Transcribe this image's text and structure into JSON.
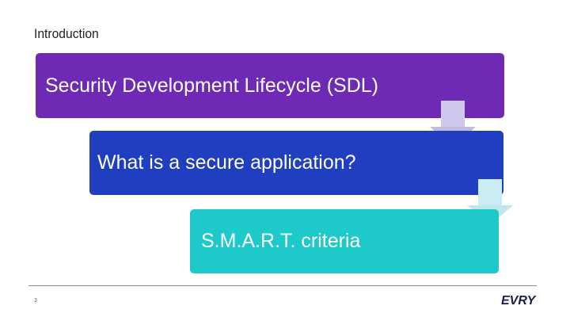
{
  "slide": {
    "section_title": "Introduction",
    "page_number": "3"
  },
  "steps": [
    {
      "label": "Security Development Lifecycle (SDL)",
      "color": "#6e2ab5"
    },
    {
      "label": "What is a secure application?",
      "color": "#1f3fc0"
    },
    {
      "label": "S.M.A.R.T. criteria",
      "color": "#1ec9c9"
    }
  ],
  "arrows": [
    {
      "icon": "down-arrow-icon",
      "color": "#c9c2e6"
    },
    {
      "icon": "down-arrow-icon",
      "color": "#c4e9ee"
    }
  ],
  "logo": {
    "icon": "evry-logo",
    "text": "EVRY",
    "color": "#1a1f4a"
  }
}
